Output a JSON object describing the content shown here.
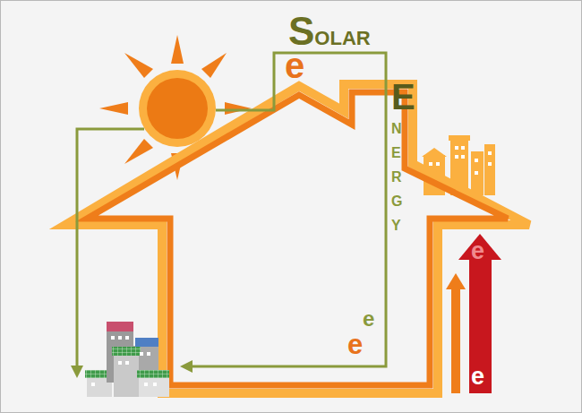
{
  "diagram": {
    "labels": [
      "SOLAR",
      "e",
      "ENERGY",
      "e",
      "e",
      "e",
      "e"
    ]
  }
}
